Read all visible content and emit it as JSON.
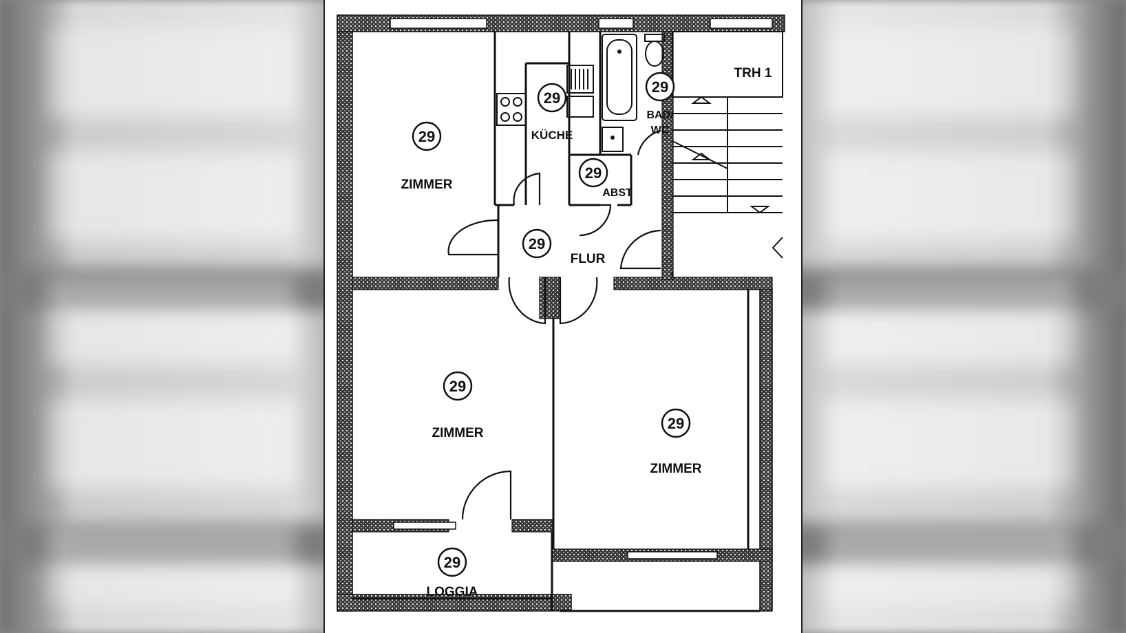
{
  "rooms": [
    {
      "id": "zimmer-1",
      "number": "29",
      "label": "ZIMMER"
    },
    {
      "id": "kueche",
      "number": "29",
      "label": "KÜCHE"
    },
    {
      "id": "bad-wc",
      "number": "29",
      "label": "BAD/",
      "label2": "WC"
    },
    {
      "id": "abst",
      "number": "29",
      "label": "ABST"
    },
    {
      "id": "flur",
      "number": "29",
      "label": "FLUR"
    },
    {
      "id": "zimmer-2",
      "number": "29",
      "label": "ZIMMER"
    },
    {
      "id": "zimmer-3",
      "number": "29",
      "label": "ZIMMER"
    },
    {
      "id": "loggia",
      "number": "29",
      "label": "LOGGIA"
    }
  ],
  "stair": {
    "label": "TRH 1"
  },
  "colors": {
    "line": "#111111",
    "paper": "#ffffff",
    "wall_fill": "#2a2a2a"
  }
}
